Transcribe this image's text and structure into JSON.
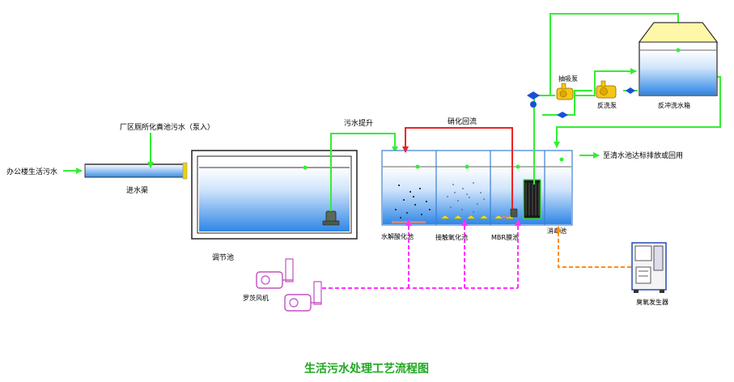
{
  "diagram": {
    "title": "生活污水处理工艺流程图",
    "labels": {
      "office_sewage": "办公楼生活污水",
      "septic_sewage": "厂区厕所化粪池污水（泵入）",
      "inlet_channel": "进水渠",
      "regulating_tank": "调节池",
      "sewage_lift": "污水提升",
      "nitrification_return": "硝化回流",
      "hydrolysis_tank": "水解酸化池",
      "contact_oxidation_tank": "接触氧化池",
      "mbr_tank": "MBR膜池",
      "disinfection_tank": "消毒池",
      "discharge": "至清水池达标排放或回用",
      "suction_pump": "抽吸泵",
      "backwash_pump": "反洗泵",
      "backwash_tank": "反冲洗水箱",
      "blower": "罗茨风机",
      "ozone_generator": "臭氧发生器"
    },
    "colors": {
      "water_line": "#33ee33",
      "return_line": "#ee2222",
      "air_line": "#ff33ff",
      "ozone_line": "#ff8c1a",
      "tank_water_top": "#eef6ff",
      "tank_water_bottom": "#3d8de6",
      "tank_outline": "#3a7fd0",
      "title": "#1fa81f"
    }
  }
}
